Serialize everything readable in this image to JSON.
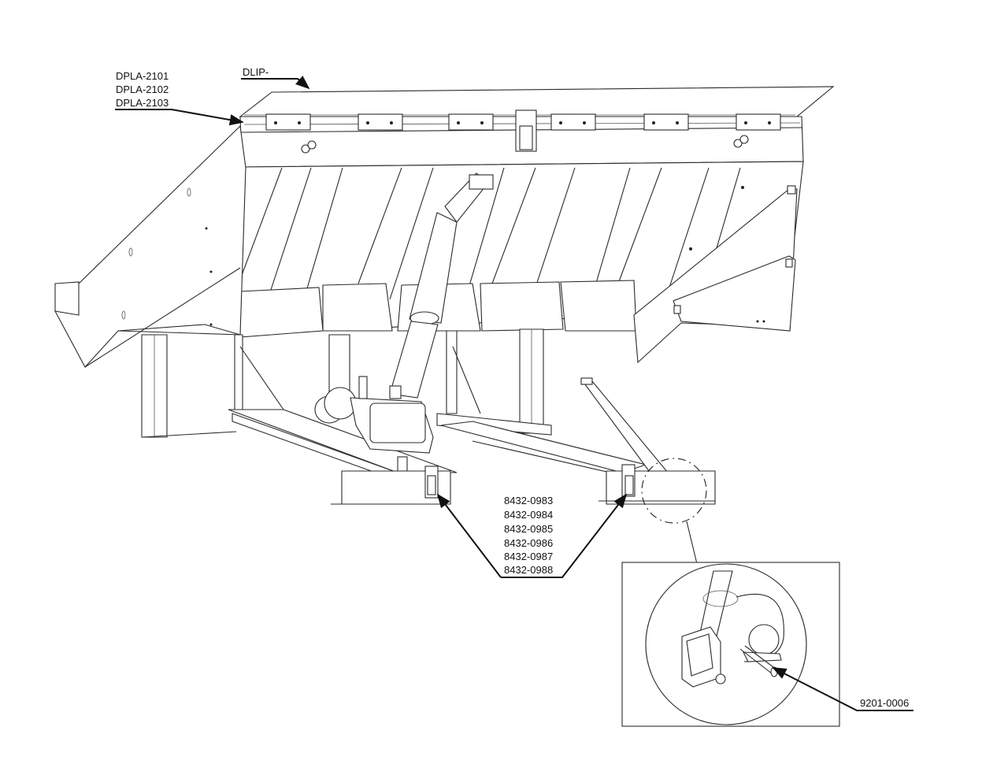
{
  "callouts": {
    "deck": "DLIP-",
    "lip_hinge": [
      "DPLA-2101",
      "DPLA-2102",
      "DPLA-2103"
    ],
    "toe_guards": [
      "8432-0983",
      "8432-0984",
      "8432-0985",
      "8432-0986",
      "8432-0987",
      "8432-0988"
    ],
    "pin": "9201-0006"
  }
}
